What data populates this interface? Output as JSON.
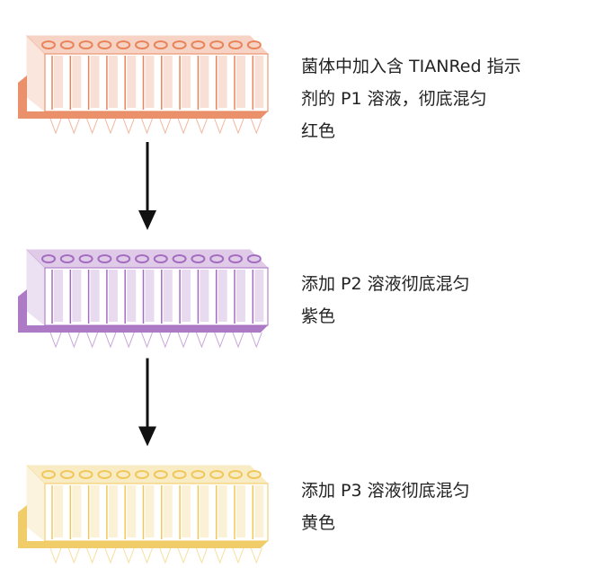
{
  "steps": [
    {
      "lines": [
        "菌体中加入含 TIANRed 指示",
        "剂的 P1 溶液，彻底混匀",
        "红色"
      ],
      "color": "#e8845a"
    },
    {
      "lines": [
        "添加 P2 溶液彻底混匀",
        "紫色"
      ],
      "color": "#a46cc0"
    },
    {
      "lines": [
        "添加 P3 溶液彻底混匀",
        "黄色"
      ],
      "color": "#f0c85a"
    }
  ]
}
